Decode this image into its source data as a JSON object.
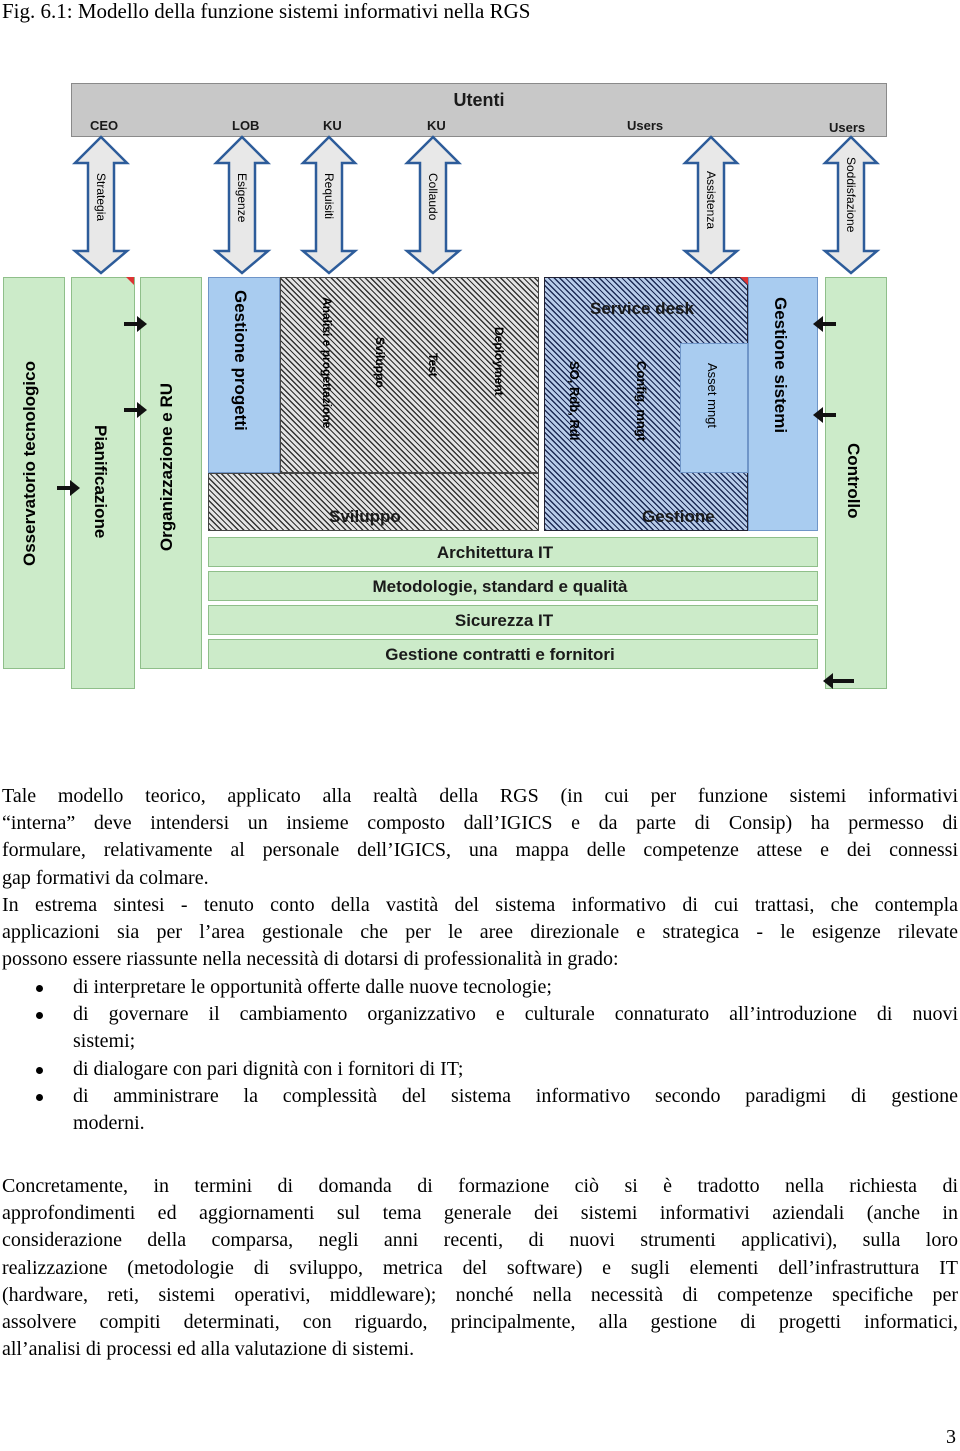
{
  "caption": "Fig. 6.1: Modello della funzione sistemi informativi nella RGS",
  "diagram": {
    "utenti_title": "Utenti",
    "users_labels": [
      "CEO",
      "LOB",
      "KU",
      "KU",
      "Users",
      "Users"
    ],
    "arrow_labels": [
      "Strategia",
      "Esigenze",
      "Requisiti",
      "Collaudo",
      "Assistenza",
      "Soddisfazione"
    ],
    "left_columns": [
      "Osservatorio tecnologico",
      "Pianificazione",
      "Organizzazione e RU"
    ],
    "gestione_progetti": "Gestione progetti",
    "sviluppo_items": [
      "Analisi e progettazione",
      "Sviluppo",
      "Test",
      "Deployment"
    ],
    "sviluppo_label": "Sviluppo",
    "service_desk": "Service desk",
    "gestione_items": [
      "SO, Rdb, Rdl",
      "Config. mngt",
      "Asset mngt"
    ],
    "gestione_label": "Gestione",
    "gestione_sistemi": "Gestione sistemi",
    "controllo": "Controllo",
    "bottom_rows": [
      "Architettura IT",
      "Metodologie, standard e qualità",
      "Sicurezza IT",
      "Gestione contratti e fornitori"
    ],
    "colors": {
      "green": "#ccebc9",
      "blue": "#a9ccf0",
      "gray": "#c8c8c8",
      "arrow": "#e8e8e8"
    }
  },
  "paragraph1_lines": [
    "Tale modello teorico, applicato alla realtà della RGS (in cui per funzione sistemi informativi",
    "“interna” deve intendersi un insieme composto dall’IGICS e da parte di Consip) ha permesso di",
    "formulare, relativamente al personale dell’IGICS, una mappa delle competenze attese e dei connessi",
    "gap formativi da colmare."
  ],
  "paragraph2_lines": [
    "In estrema sintesi - tenuto conto della vastità del sistema informativo di cui trattasi, che contempla",
    "applicazioni sia per l’area gestionale che per le aree direzionale e strategica - le esigenze rilevate",
    "possono essere riassunte nella necessità di dotarsi di professionalità in grado:"
  ],
  "bullets": [
    [
      "di interpretare le opportunità offerte dalle nuove tecnologie;"
    ],
    [
      "di governare il cambiamento organizzativo e culturale connaturato all’introduzione di nuovi",
      "sistemi;"
    ],
    [
      "di dialogare con pari dignità con i fornitori di IT;"
    ],
    [
      "di amministrare la complessità del sistema informativo secondo paradigmi di gestione",
      "moderni."
    ]
  ],
  "paragraph3_lines": [
    "Concretamente, in termini di domanda di formazione ciò si è tradotto nella richiesta di",
    "approfondimenti ed aggiornamenti sul tema generale dei sistemi informativi aziendali (anche in",
    "considerazione della comparsa, negli anni recenti, di nuovi strumenti applicativi), sulla loro",
    "realizzazione (metodologie di sviluppo, metrica del software) e sugli elementi dell’infrastruttura IT",
    "(hardware, reti, sistemi operativi, middleware); nonché nella necessità di competenze specifiche per",
    "assolvere compiti determinati, con riguardo, principalmente, alla gestione di progetti informatici,",
    "all’analisi di processi ed alla valutazione di sistemi."
  ],
  "page_number": "3"
}
